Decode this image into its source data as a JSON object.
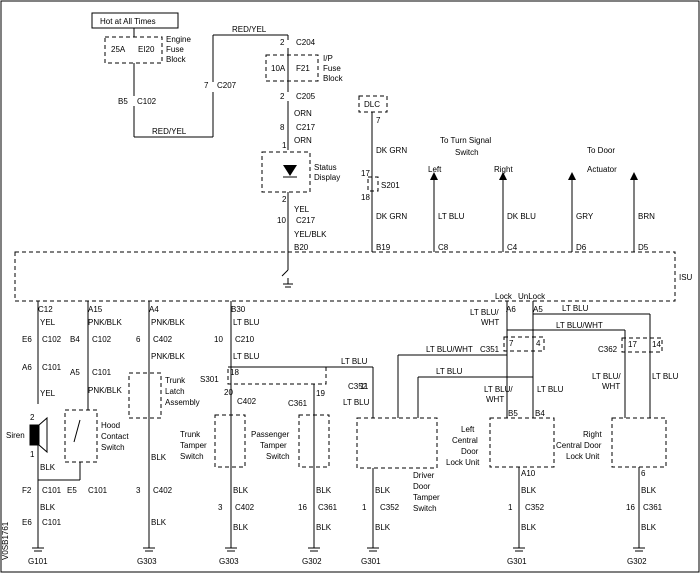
{
  "header": {
    "hot_label": "Hot at All Times"
  },
  "fuse_engine": {
    "rating": "25A",
    "id": "EI20",
    "block_name_1": "Engine",
    "block_name_2": "Fuse",
    "block_name_3": "Block"
  },
  "fuse_ip": {
    "rating": "10A",
    "id": "F21",
    "block_name_1": "I/P",
    "block_name_2": "Fuse",
    "block_name_3": "Block"
  },
  "wires": {
    "red_yel_top": "RED/YEL",
    "red_yel_bottom": "RED/YEL",
    "orn_1": "ORN",
    "orn_2": "ORN",
    "yel_status": "YEL",
    "yel_blk": "YEL/BLK",
    "dk_grn_1": "DK GRN",
    "dk_grn_2": "DK GRN",
    "lt_blu_c8": "LT BLU",
    "dk_blu_c4": "DK BLU",
    "gry_d6": "GRY",
    "brn_d5": "BRN"
  },
  "connectors": {
    "c204_pin": "2",
    "c204": "C204",
    "c205_pin": "2",
    "c205": "C205",
    "c207_pin": "7",
    "c207": "C207",
    "c102_pin": "B5",
    "c102": "C102",
    "c217a_pin": "8",
    "c217a": "C217",
    "c217b_pin": "10",
    "c217b": "C217",
    "b20": "B20",
    "b19": "B19",
    "c8": "C8",
    "c4": "C4",
    "d6": "D6",
    "d5": "D5",
    "dlc_pin": "7",
    "s201": "S201",
    "s201_pin_top": "17",
    "s201_pin_bot": "18",
    "status_pin_top": "1",
    "status_pin_bot": "2"
  },
  "components": {
    "dlc": "DLC",
    "status_display_1": "Status",
    "status_display_2": "Display",
    "turn_signal_1": "To Turn Signal",
    "turn_signal_2": "Switch",
    "left": "Left",
    "right": "Right",
    "to_door": "To Door",
    "actuator": "Actuator",
    "isu": "ISU",
    "siren": "Siren",
    "hood_1": "Hood",
    "hood_2": "Contact",
    "hood_3": "Switch",
    "trunk_latch_1": "Trunk",
    "trunk_latch_2": "Latch",
    "trunk_latch_3": "Assembly",
    "trunk_tamper_1": "Trunk",
    "trunk_tamper_2": "Tamper",
    "trunk_tamper_3": "Switch",
    "pass_tamper_1": "Passenger",
    "pass_tamper_2": "Tamper",
    "pass_tamper_3": "Switch",
    "driver_door_1": "Driver",
    "driver_door_2": "Door",
    "driver_door_3": "Tamper",
    "driver_door_4": "Switch",
    "left_cdl_1": "Left",
    "left_cdl_2": "Central",
    "left_cdl_3": "Door",
    "left_cdl_4": "Lock Unit",
    "right_cdl_1": "Right",
    "right_cdl_2": "Central Door",
    "right_cdl_3": "Lock Unit",
    "lock": "Lock",
    "unlock": "UnLock",
    "s301": "S301"
  },
  "bottom": {
    "c12": "C12",
    "a15": "A15",
    "a4": "A4",
    "b30": "B30",
    "yel_1": "YEL",
    "pnk_blk_1": "PNK/BLK",
    "pnk_blk_2": "PNK/BLK",
    "lt_blu_1": "LT BLU",
    "e6_c102": "E6",
    "c102_a": "C102",
    "b4_c102": "B4",
    "c102_b": "C102",
    "c402_top_pin": "6",
    "c402_top": "C402",
    "c210_pin": "10",
    "c210": "C210",
    "a6_c101": "A6",
    "c101_a": "C101",
    "a5_c101": "A5",
    "c101_b": "C101",
    "yel_2": "YEL",
    "pnk_blk_3": "PNK/BLK",
    "pnk_blk_4": "PNK/BLK",
    "blk_gen": "BLK",
    "lt_blu_2": "LT BLU",
    "lt_blu_3": "LT BLU",
    "lt_blu_4": "LT BLU",
    "c402_mid_pin": "20",
    "c402_mid": "C402",
    "c361_top_pin": "19",
    "c361_top": "C361",
    "c361_pin_label": "C361",
    "c352_pin": "11",
    "c352": "C352",
    "c351": "C351",
    "c351_pin7": "7",
    "c351_pin4": "4",
    "c362": "C362",
    "c362_pin17": "17",
    "c362_pin14": "14",
    "a6": "A6",
    "a5": "A5",
    "b5": "B5",
    "b4": "B4",
    "lt_blu_wht_1": "LT BLU/",
    "wht_1": "WHT",
    "lt_blu_wht_2": "LT BLU/WHT",
    "lt_blu_wht_3": "LT BLU/WHT",
    "lt_blu_5": "LT BLU",
    "lt_blu_6": "LT BLU",
    "lt_blu_wht_4": "LT BLU/",
    "wht_2": "WHT",
    "lt_blu_7": "LT BLU",
    "lt_blu_wht_5": "LT BLU/",
    "wht_3": "WHT",
    "lt_blu_8": "LT BLU",
    "f2_c101": "F2",
    "c101_c": "C101",
    "e5_c101": "E5",
    "c101_d": "C101",
    "e6_c101": "E6",
    "c101_e": "C101",
    "c402_b_pin": "3",
    "c402_b": "C402",
    "c402_c_pin": "3",
    "c402_c": "C402",
    "c361_b_pin": "16",
    "c361_b": "C361",
    "c352_b_pin": "1",
    "c352_b": "C352",
    "c352_c_pin": "1",
    "c352_c": "C352",
    "c361_c_pin": "16",
    "c361_c": "C361",
    "a10": "A10",
    "pin6": "6",
    "g101": "G101",
    "g303a": "G303",
    "g303b": "G303",
    "g302a": "G302",
    "g301a": "G301",
    "g301b": "G301",
    "g302b": "G302",
    "doc_id": "V0SB1761"
  }
}
